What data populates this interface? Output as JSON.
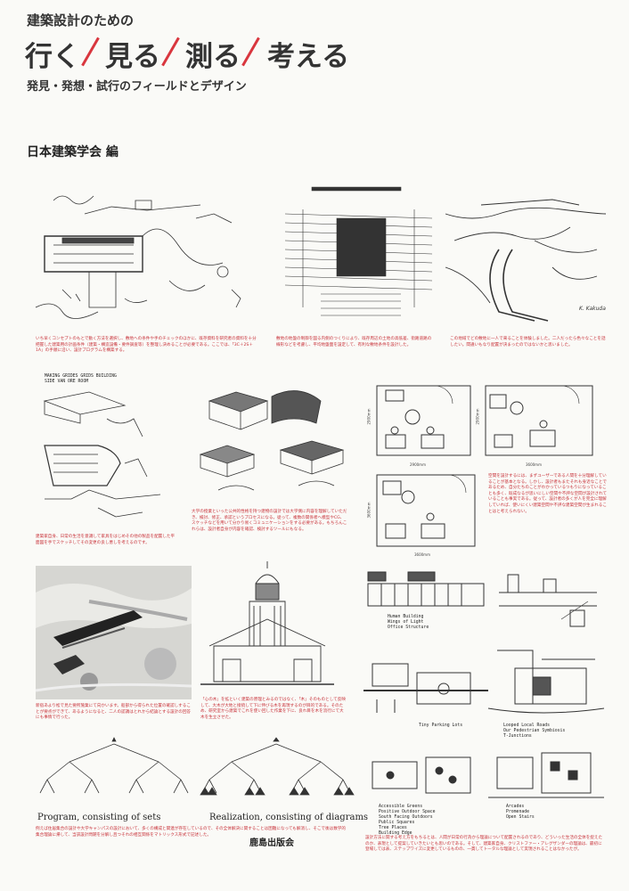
{
  "cover": {
    "subtitle_top": "建築設計のための",
    "title_words": [
      "行く",
      "見る",
      "測る",
      "考える"
    ],
    "tagline": "発見・発想・試行のフィールドとデザイン",
    "editor": "日本建築学会 編",
    "publisher": "鹿島出版会",
    "accent_color": "#d9363e"
  },
  "captions": {
    "cap1": "いち早くコンセプトのもとで動く方法を選択し、敷地への条件や手のチェックのほかに、既存資料を研究者の資料を十分把握した建築用の計画条件（建築・構造設備・要件調査等）を整理し決めることが必要である。ここでは、「3C＋2S＋1A」の手順に沿い、設計プログラムを構築する。",
    "cap2": "敷地の地盤の制御を図る内側のつくりにより、既存周辺の土地の高低差、街路道路の線形などを考慮し、平均地盤面を設定して、有利な敷地条件を設計した。",
    "cap3": "この地域でどの敷地に一人で来ることを体験しました。二人だったら色々なことを話したい。間違いもなり配置が決まったのではないかと思いました。",
    "cap4": "建築家自身、日常の生活を意識して家具をはじめその他の製品を配置した平面図を手でスケッチしてその変更の良し悪しを考えるのです。",
    "cap5": "大学の授業といった公共的性格を持つ建物の設計では大学側に内容を理解していただき、検討、修正、承認というプロセスになる。従って、複数の関係者へ模型やCG、スケッチなどを用いて分かり易くコミュニケーションをする必要がある。もちろんこれらは、設計者自身が内容を確認、検討するツールにもなる。",
    "cap6": "空間を設計するには、まずユーザーである人間を十分理解していることが基本となる。しかし、設計者もまたそれも身近なことであるため、自分たちのことがわかっているつもりになっていることも多く、既成なるが思いにしい空間や不評な空間が設計されていることも事実である。従って、設計者の多くが人を完全に理解していれば、使いにくい建築空間や不評な建築空間が生まれることはと考えられない。",
    "cap7": "新宿あより松で見た要所施業にて向かいます。船部から得られた位置の確認しすることが要点ができて、あるようになると、二人の認識はとれから結論とする設計の回答にも事情で行った。",
    "cap8": "「心の木」を拡といく建築の原理とみるのではなく、「木」そのものとして反映して、大木が大地と接続して下に伸びる木を再現するのが目的である。そのため、研究室から建築でこれを使い回した作業を下に、良れ目を木を流行にて大木を生立させた。",
    "cap9": "例えば住居集合の設計や大学キャンパスの設計において、多くの構成と関連が存在しているので、その全体解決に関することは困難になっても解消し、そこで後は数学的集合理論に帰して、当該設計問題を分解し且つそれの相互関係をマトリックス形式で記述した。",
    "cap10": "設計方法に関する考え方をもちるとは、人間が日常の行為から理論について配置されるのであり、どういった生活の全体を捉えたのか、表現として提案していきたいとも思いのである。そして、建築家自身、クリストファー・アレグザンダーの理論は、最初に登場しては表、ステップワイズに変更しているものの、一貫してトータルな理論として実現されることはなかったが。"
  },
  "dimensions": {
    "d1_w": "2900mm",
    "d1_h": "2900mm",
    "d2_w": "3600mm",
    "d2_h": "2900mm",
    "d3_w": "3600mm",
    "d3_h": "3600mm"
  },
  "labels": {
    "sketch_note": "MAKING GRIDES GRIDS BUILDING\nSIDE VAN ORE ROOM",
    "human_building": "Human Building\nWings of Light\nOffice Structure",
    "tiny_parking": "Tiny Parking Lots",
    "looped_roads": "Looped Local Roads\nOur Pedestrian Symbiosis\nT-Junctions",
    "accessible": "Accessible Greens\nPositive Outdoor Space\nSouth Facing Outdoors\nPublic Squares\nTree Places\nBuilding Edge",
    "arcades": "Arcades\nPromenade\nOpen Stairs",
    "program": "Program, consisting of sets",
    "realization": "Realization, consisting of diagrams"
  }
}
